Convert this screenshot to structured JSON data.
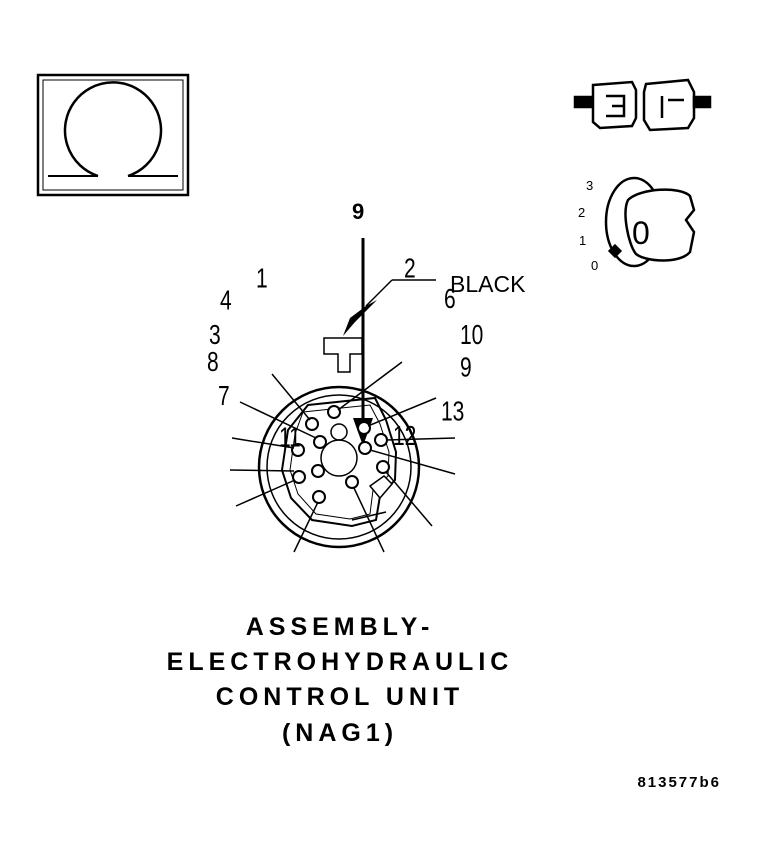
{
  "meter": {
    "symbol": "Ω",
    "icon": "ohmmeter-icon"
  },
  "probe": {
    "pin": "9",
    "wire_color": "BLACK"
  },
  "connector": {
    "pin_labels": [
      "1",
      "2",
      "3",
      "4",
      "6",
      "7",
      "8",
      "9",
      "10",
      "11",
      "12",
      "13"
    ]
  },
  "status_icons": {
    "connector_state": "connector-disconnected-icon",
    "ignition_state": "ignition-key-off-icon",
    "ignition_positions": [
      "3",
      "2",
      "1",
      "0"
    ],
    "ignition_selected": "0"
  },
  "title": {
    "lines": [
      "ASSEMBLY-",
      "ELECTROHYDRAULIC",
      "CONTROL UNIT",
      "(NAG1)"
    ]
  },
  "figure_id": "813577b6"
}
